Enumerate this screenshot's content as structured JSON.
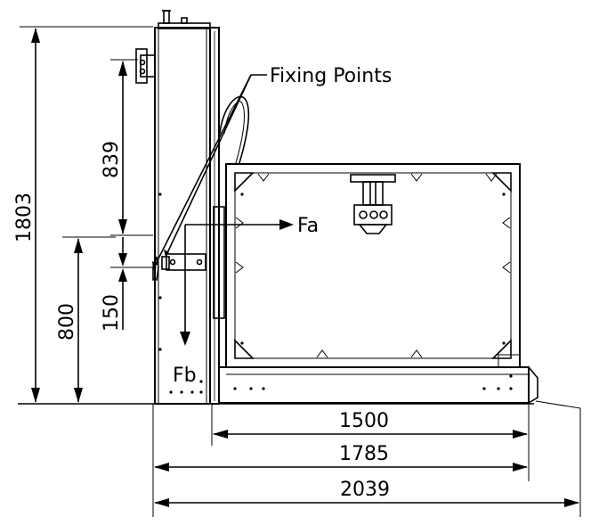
{
  "labels": {
    "fixing_points": "Fixing Points",
    "fa": "Fa",
    "fb": "Fb"
  },
  "dimensions": {
    "overall_height": "1803",
    "upper_span": "839",
    "lower_height": "800",
    "lower_offset": "150",
    "width_inner": "1500",
    "width_mid": "1785",
    "width_outer": "2039"
  }
}
